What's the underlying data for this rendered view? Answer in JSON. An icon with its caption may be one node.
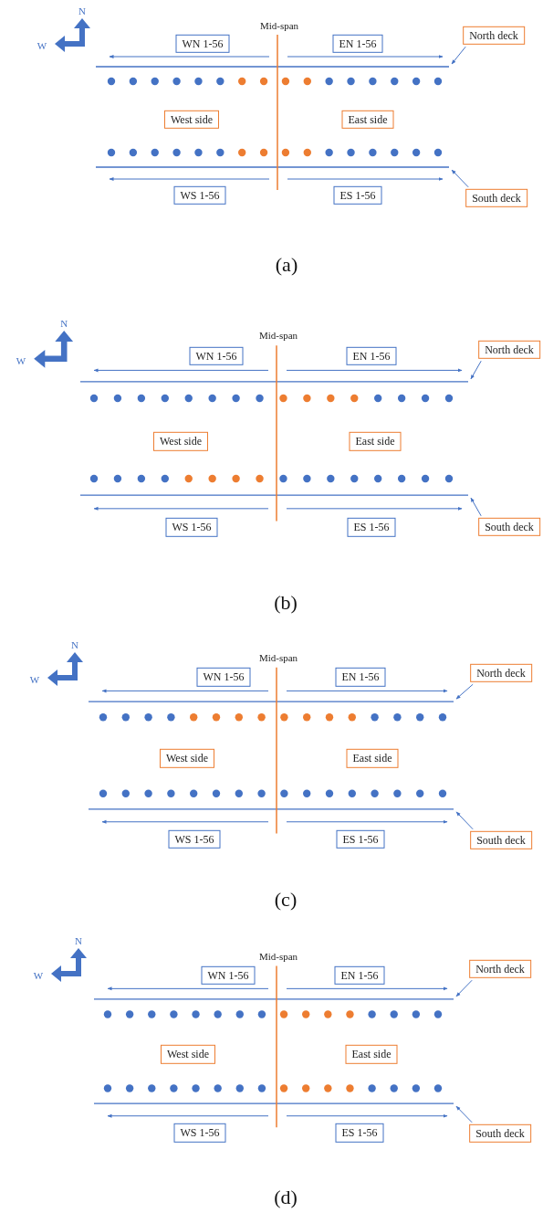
{
  "diagram": {
    "nodes": [
      {
        "text": [
          "WN 1-56"
        ]
      },
      {
        "text": [
          "EN 1-56"
        ]
      },
      {
        "text": [
          "North deck"
        ]
      },
      {
        "text": [
          "West side"
        ]
      },
      {
        "text": [
          "East side"
        ]
      },
      {
        "text": [
          "WS 1-56"
        ]
      },
      {
        "text": [
          "ES 1-56"
        ]
      },
      {
        "text": [
          "South deck"
        ]
      },
      {
        "text": [
          "WN 1-56"
        ]
      },
      {
        "text": [
          "EN 1-56"
        ]
      },
      {
        "text": [
          "North deck"
        ]
      },
      {
        "text": [
          "West side"
        ]
      },
      {
        "text": [
          "East side"
        ]
      },
      {
        "text": [
          "WS 1-56"
        ]
      },
      {
        "text": [
          "ES 1-56"
        ]
      },
      {
        "text": [
          "South deck"
        ]
      },
      {
        "text": [
          "WN 1-56"
        ]
      },
      {
        "text": [
          "EN 1-56"
        ]
      },
      {
        "text": [
          "North deck"
        ]
      },
      {
        "text": [
          "West side"
        ]
      },
      {
        "text": [
          "East side"
        ]
      },
      {
        "text": [
          "WS 1-56"
        ]
      },
      {
        "text": [
          "ES 1-56"
        ]
      },
      {
        "text": [
          "South deck"
        ]
      },
      {
        "text": [
          "WN 1-56"
        ]
      },
      {
        "text": [
          "EN 1-56"
        ]
      },
      {
        "text": [
          "North deck"
        ]
      },
      {
        "text": [
          "West side"
        ]
      },
      {
        "text": [
          "East side"
        ]
      },
      {
        "text": [
          "WS 1-56"
        ]
      },
      {
        "text": [
          "ES 1-56"
        ]
      },
      {
        "text": [
          "South deck"
        ]
      }
    ],
    "edges": [
      {
        "from": 2,
        "to": null,
        "arrow": "to"
      },
      {
        "from": 7,
        "to": null,
        "arrow": "to"
      },
      {
        "from": 10,
        "to": null,
        "arrow": "to"
      },
      {
        "from": 15,
        "to": null,
        "arrow": "to"
      },
      {
        "from": 18,
        "to": null,
        "arrow": "to"
      },
      {
        "from": 23,
        "to": null,
        "arrow": "to"
      },
      {
        "from": 26,
        "to": null,
        "arrow": "to"
      },
      {
        "from": 31,
        "to": null,
        "arrow": "to"
      }
    ],
    "labels": [
      "N",
      "W",
      "Mid-span",
      "(a)",
      "N",
      "W",
      "Mid-span",
      "(b)",
      "N",
      "W",
      "Mid-span",
      "(c)",
      "N",
      "W",
      "Mid-span",
      "(d)"
    ]
  }
}
